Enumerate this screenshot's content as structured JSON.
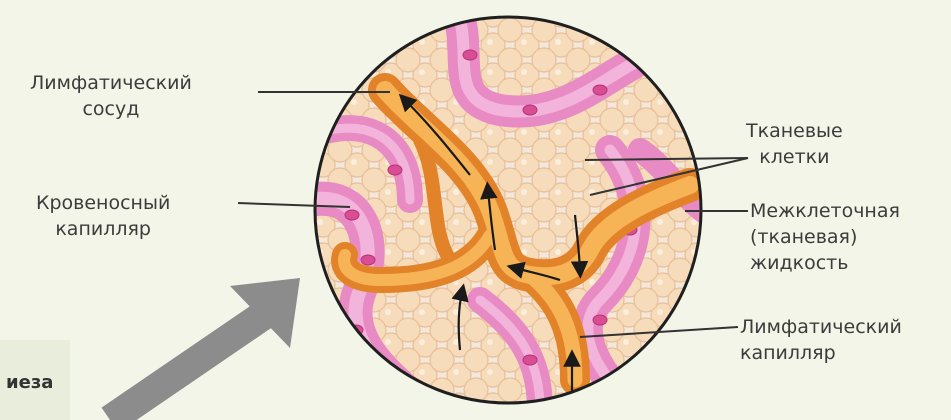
{
  "diagram": {
    "labels": {
      "lymph_vessel": [
        "Лимфатический",
        "сосуд"
      ],
      "blood_capillary": [
        "Кровеносный",
        "капилляр"
      ],
      "tissue_cells": [
        "Тканевые",
        "клетки"
      ],
      "interstitial_fluid": [
        "Межклеточная",
        "(тканевая)",
        "жидкость"
      ],
      "lymph_capillary": [
        "Лимфатический",
        "капилляр"
      ]
    },
    "partial_text": "иеза"
  },
  "colors": {
    "background": "#f3f5e8",
    "blood_vessel": "#e88ac4",
    "lymph": "#f0a23a",
    "tissue_cell": "#f6dfc0",
    "arrow_gray": "#8c8c8c",
    "text": "#3c3c3c"
  }
}
